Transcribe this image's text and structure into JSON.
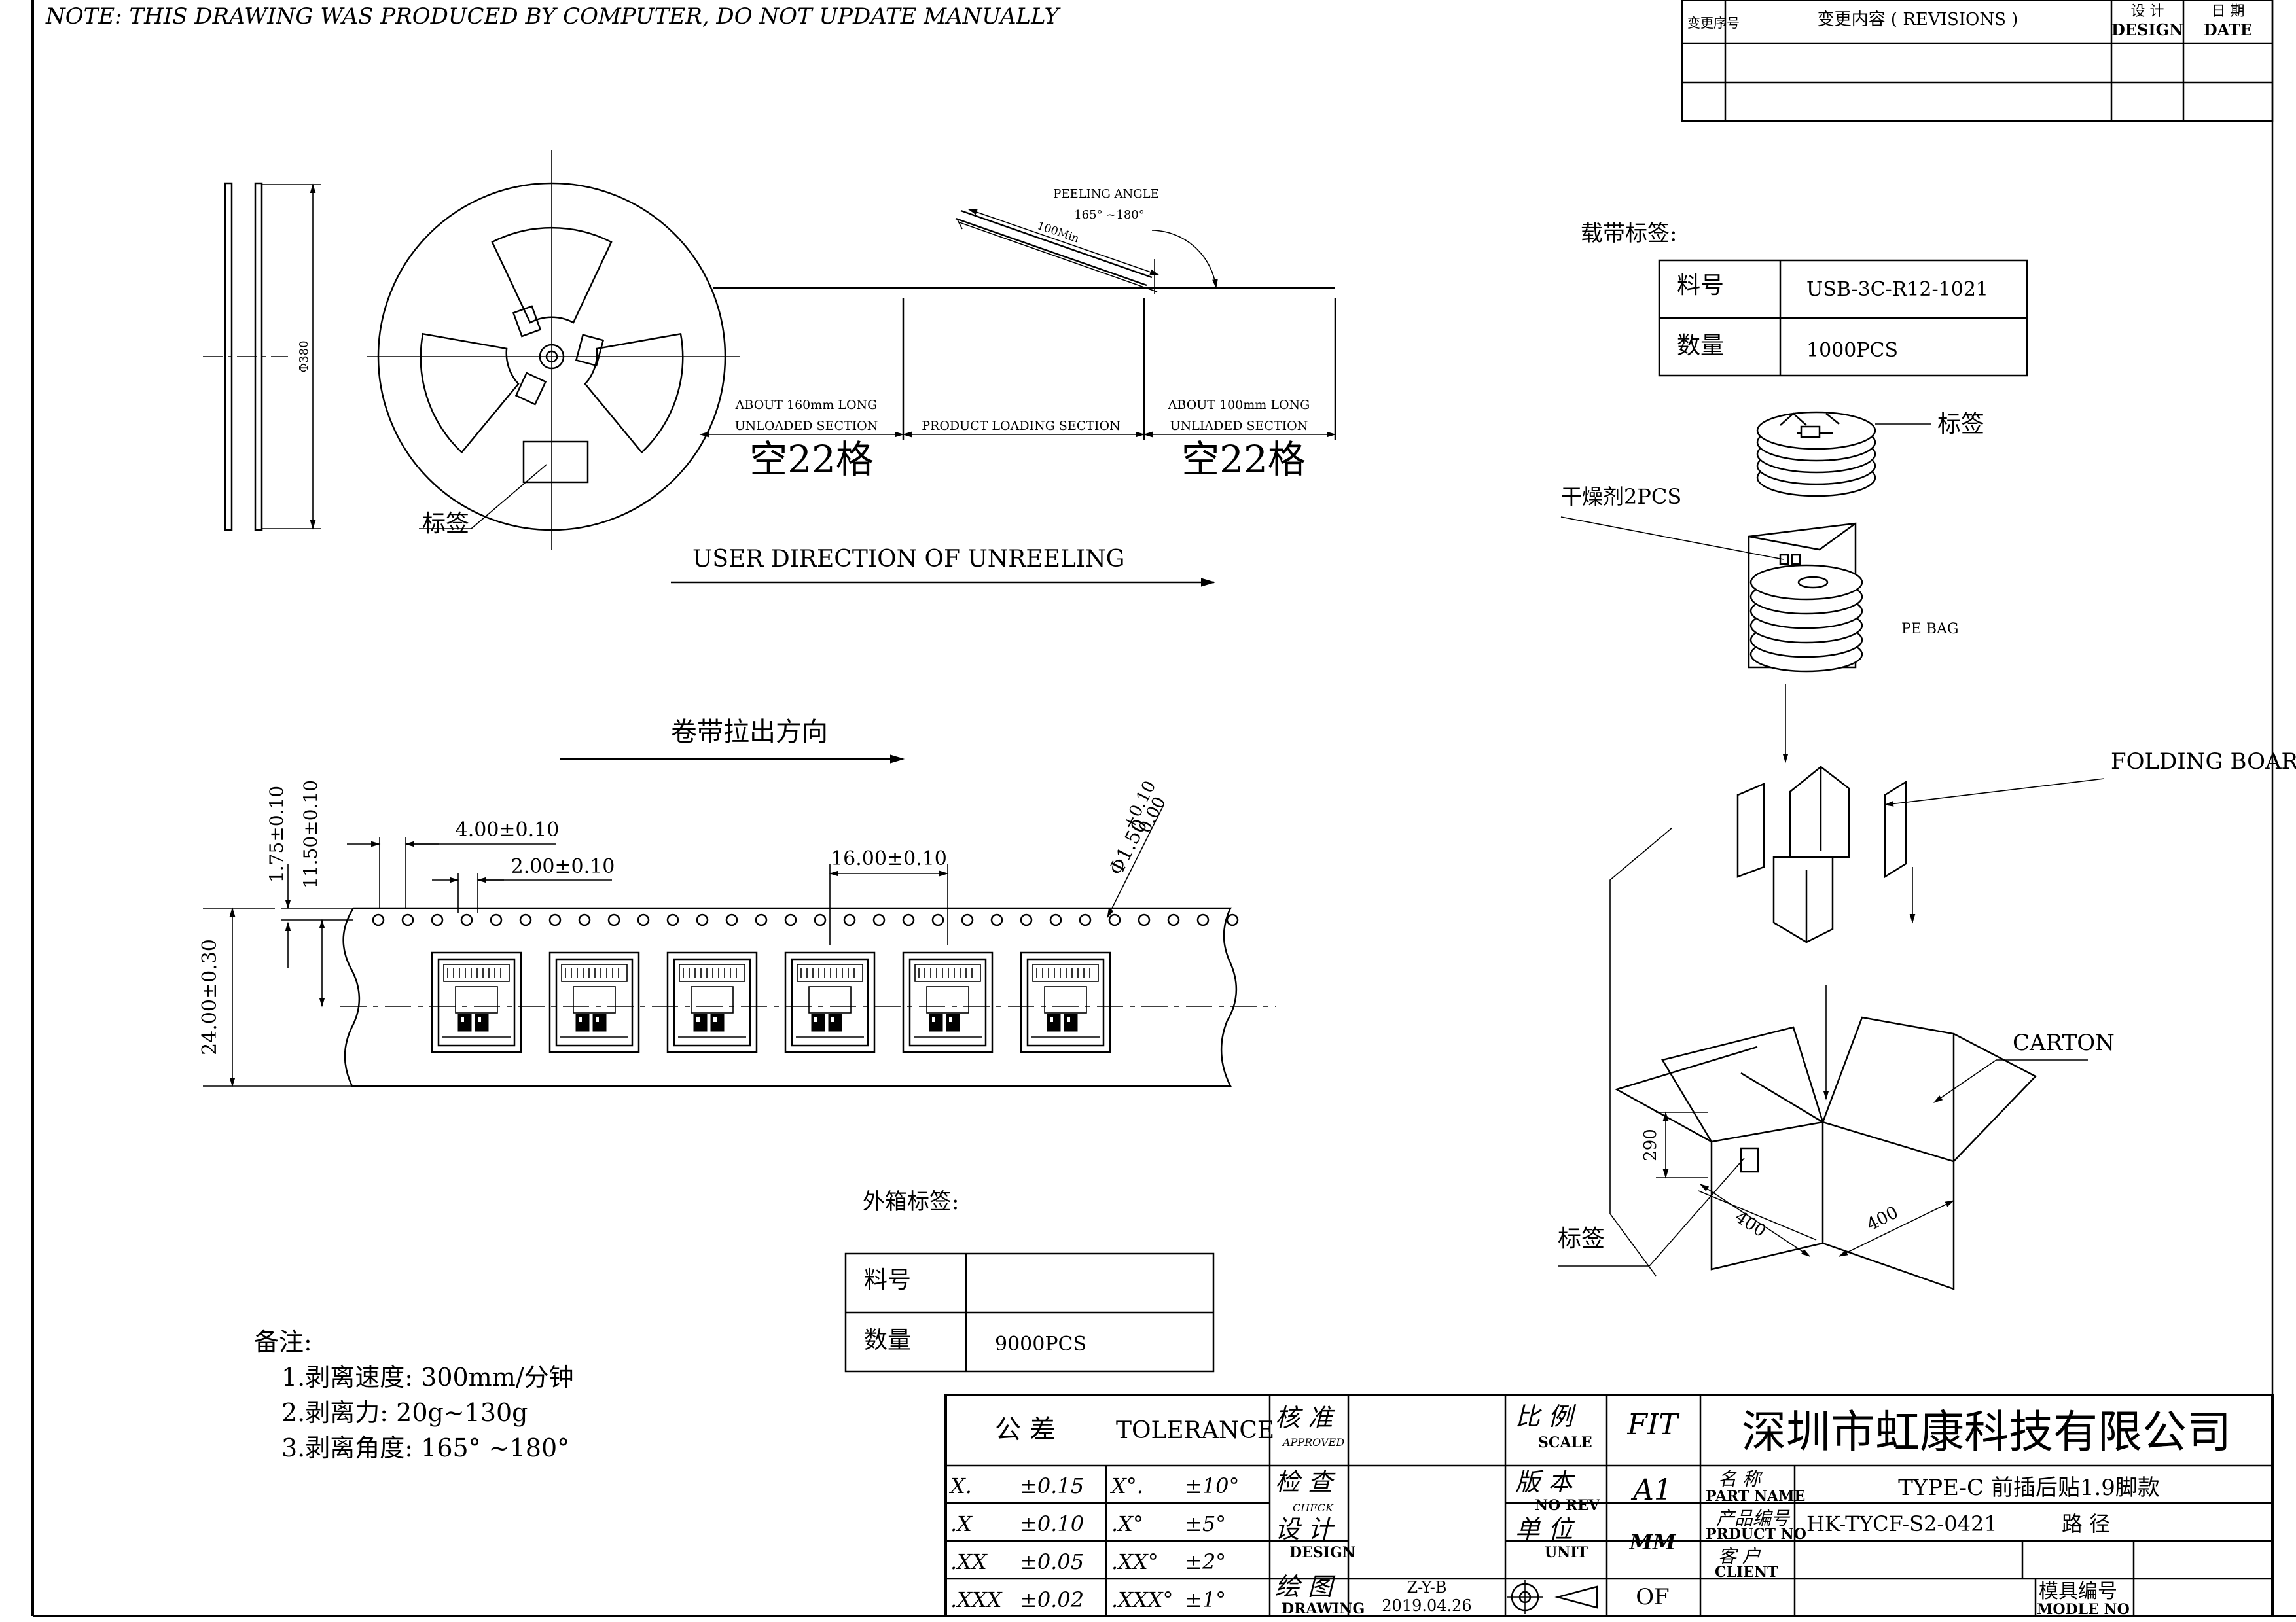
{
  "note": "NOTE: THIS DRAWING WAS PRODUCED BY COMPUTER, DO NOT UPDATE MANUALLY",
  "revision_block": {
    "seq_label": "变更序号",
    "content_label": "变更内容 ( REVISIONS )",
    "design_label_cn": "设 计",
    "design_label_en": "DESIGN",
    "date_label_cn": "日 期",
    "date_label_en": "DATE"
  },
  "reel": {
    "diameter": "Φ380",
    "label_cn": "标签",
    "peeling_angle_title": "PEELING ANGLE",
    "peeling_angle_value": "165° ~180°",
    "leader_length": "100Min",
    "unloaded_section_1a": "ABOUT 160mm LONG",
    "unloaded_section_1b": "UNLOADED SECTION",
    "loading_section": "PRODUCT LOADING SECTION",
    "unloaded_section_2a": "ABOUT 100mm LONG",
    "unloaded_section_2b": "UNLIADED SECTION",
    "empty_pockets_1": "空22格",
    "empty_pockets_2": "空22格",
    "direction": "USER DIRECTION OF UNREELING"
  },
  "tape": {
    "pull_direction": "卷带拉出方向",
    "dim_1_75": "1.75±0.10",
    "dim_11_50": "11.50±0.10",
    "dim_4_00": "4.00±0.10",
    "dim_2_00": "2.00±0.10",
    "dim_16_00": "16.00±0.10",
    "dim_hole_main": "Φ1.50",
    "dim_hole_tol_upper": "+0.10",
    "dim_hole_tol_lower": "0.00",
    "dim_24_00": "24.00±0.30"
  },
  "tape_label": {
    "title": "载带标签:",
    "rows": [
      {
        "key": "料号",
        "value": "USB-3C-R12-1021"
      },
      {
        "key": "数量",
        "value": "1000PCS"
      }
    ]
  },
  "packing": {
    "label_cn": "标签",
    "desiccant": "干燥剂2PCS",
    "pe_bag": "PE BAG",
    "folding_board": "FOLDING BOARD",
    "carton": "CARTON",
    "carton_label": "标签",
    "dim_height": "290",
    "dim_width": "400",
    "dim_depth": "400"
  },
  "carton_label": {
    "title": "外箱标签:",
    "rows": [
      {
        "key": "料号",
        "value": ""
      },
      {
        "key": "数量",
        "value": "9000PCS"
      }
    ]
  },
  "remarks": {
    "title": "备注:",
    "items": [
      "1.剥离速度: 300mm/分钟",
      "2.剥离力: 20g~130g",
      "3.剥离角度: 165° ~180°"
    ]
  },
  "title_block": {
    "tolerance_cn": "公   差",
    "tolerance_en": "TOLERANCE",
    "tolerances": [
      {
        "lin_key": "X.",
        "lin_val": "±0.15",
        "ang_key": "X°.",
        "ang_val": "±10°"
      },
      {
        "lin_key": ".X",
        "lin_val": "±0.10",
        "ang_key": ".X°",
        "ang_val": "±5°"
      },
      {
        "lin_key": ".XX",
        "lin_val": "±0.05",
        "ang_key": ".XX°",
        "ang_val": "±2°"
      },
      {
        "lin_key": ".XXX",
        "lin_val": "±0.02",
        "ang_key": ".XXX°",
        "ang_val": "±1°"
      }
    ],
    "approved_cn": "核 准",
    "approved_en": "APPROVED",
    "check_cn": "检 查",
    "check_en": "CHECK",
    "design_cn": "设 计",
    "design_en": "DESIGN",
    "drawing_cn": "绘 图",
    "drawing_en": "DRAWING",
    "drawer": "Z-Y-B",
    "date": "2019.04.26",
    "scale_cn": "比 例",
    "scale_en": "SCALE",
    "scale_value": "FIT",
    "rev_cn": "版 本",
    "rev_en": "NO REV",
    "rev_value": "A1",
    "unit_cn": "单 位",
    "unit_en": "UNIT",
    "unit_value": "MM",
    "sheet_value": "OF",
    "company": "深圳市虹康科技有限公司",
    "part_name_cn": "名 称",
    "part_name_en": "PART NAME",
    "part_name_value": "TYPE-C 前插后贴1.9脚款",
    "product_no_cn": "产品编号",
    "product_no_en": "PRDUCT NO",
    "product_no_value": "HK-TYCF-S2-0421",
    "path_cn": "路 径",
    "client_cn": "客 户",
    "client_en": "CLIENT",
    "mold_no_cn": "模具编号",
    "mold_no_en": "MODLE NO"
  }
}
